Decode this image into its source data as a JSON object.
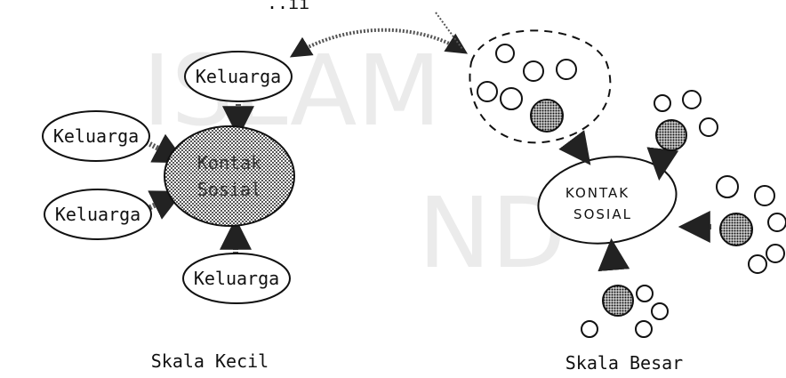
{
  "small_scale": {
    "families": [
      "Keluarga",
      "Keluarga",
      "Keluarga",
      "Keluarga"
    ],
    "contact_lines": [
      "Kontak",
      "Sosial"
    ],
    "caption": "Skala Kecil"
  },
  "large_scale": {
    "contact_lines": [
      "KONTAK",
      "SOSIAL"
    ],
    "caption": "Skala Besar"
  },
  "top_fragment": "..ıı"
}
